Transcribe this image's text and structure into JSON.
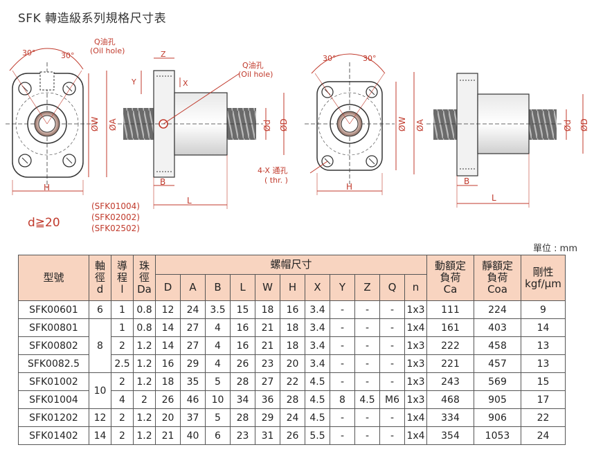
{
  "title": "SFK 轉造級系列規格尺寸表",
  "unit_label": "單位 : mm",
  "drawing": {
    "oil_hole_left": "Q油孔",
    "oil_hole_left_en": "(Oil hole)",
    "oil_hole_mid": "Q油孔",
    "oil_hole_mid_en": "(Oil hole)",
    "angle_1": "30°",
    "angle_2": "30°",
    "angle_3": "30°",
    "angle_4": "30°",
    "dim_z": "Z",
    "dim_y": "Y",
    "dim_x": "X",
    "dim_w1": "ØW",
    "dim_a1": "ØA",
    "dim_d1": "Ød",
    "dim_D1": "ØD",
    "dim_h1": "H",
    "dim_b1": "B",
    "dim_l1": "L",
    "dim_w2": "ØW",
    "dim_a2": "ØA",
    "dim_d2": "Ød",
    "dim_D2": "ØD",
    "dim_h2": "H",
    "dim_b2": "B",
    "dim_l2": "L",
    "through_hole": "4-X 通孔",
    "through_hole_en": "( thr. )",
    "models_note": [
      "(SFK01004)",
      "(SFK02002)",
      "(SFK02502)"
    ],
    "formula": "d≧20"
  },
  "table": {
    "headers": {
      "model": "型號",
      "shaft": "軸\n徑\nd",
      "lead": "導\n程\nl",
      "ball": "珠\n徑\nDa",
      "nut_group": "螺帽尺寸",
      "nut_cols": [
        "D",
        "A",
        "B",
        "L",
        "W",
        "H",
        "X",
        "Y",
        "Z",
        "Q",
        "n"
      ],
      "dyn": "動額定\n負荷\nCa",
      "stat": "靜額定\n負荷\nCoa",
      "rigid": "剛性\nkgf/μm"
    },
    "rows": [
      {
        "model": "SFK00601",
        "d": "6",
        "l": "1",
        "Da": "0.8",
        "vals": [
          "12",
          "24",
          "3.5",
          "15",
          "18",
          "16",
          "3.4",
          "-",
          "-",
          "-",
          "1x3"
        ],
        "Ca": "111",
        "Coa": "224",
        "K": "9"
      },
      {
        "model": "SFK00801",
        "d": "8",
        "l": "1",
        "Da": "0.8",
        "vals": [
          "14",
          "27",
          "4",
          "16",
          "21",
          "18",
          "3.4",
          "-",
          "-",
          "-",
          "1x4"
        ],
        "Ca": "161",
        "Coa": "403",
        "K": "14"
      },
      {
        "model": "SFK00802",
        "d": "",
        "l": "2",
        "Da": "1.2",
        "vals": [
          "14",
          "27",
          "4",
          "16",
          "21",
          "18",
          "3.4",
          "-",
          "-",
          "-",
          "1x3"
        ],
        "Ca": "222",
        "Coa": "458",
        "K": "13"
      },
      {
        "model": "SFK0082.5",
        "d": "",
        "l": "2.5",
        "Da": "1.2",
        "vals": [
          "16",
          "29",
          "4",
          "26",
          "23",
          "20",
          "3.4",
          "-",
          "-",
          "-",
          "1x3"
        ],
        "Ca": "221",
        "Coa": "457",
        "K": "13"
      },
      {
        "model": "SFK01002",
        "d": "10",
        "l": "2",
        "Da": "1.2",
        "vals": [
          "18",
          "35",
          "5",
          "28",
          "27",
          "22",
          "4.5",
          "-",
          "-",
          "-",
          "1x3"
        ],
        "Ca": "243",
        "Coa": "569",
        "K": "15"
      },
      {
        "model": "SFK01004",
        "d": "",
        "l": "4",
        "Da": "2",
        "vals": [
          "26",
          "46",
          "10",
          "34",
          "36",
          "28",
          "4.5",
          "8",
          "4.5",
          "M6",
          "1x3"
        ],
        "Ca": "468",
        "Coa": "905",
        "K": "17"
      },
      {
        "model": "SFK01202",
        "d": "12",
        "l": "2",
        "Da": "1.2",
        "vals": [
          "20",
          "37",
          "5",
          "28",
          "29",
          "24",
          "4.5",
          "-",
          "-",
          "-",
          "1x4"
        ],
        "Ca": "334",
        "Coa": "906",
        "K": "22"
      },
      {
        "model": "SFK01402",
        "d": "14",
        "l": "2",
        "Da": "1.2",
        "vals": [
          "21",
          "40",
          "6",
          "23",
          "31",
          "26",
          "5.5",
          "-",
          "-",
          "-",
          "1x4"
        ],
        "Ca": "354",
        "Coa": "1053",
        "K": "24"
      }
    ]
  },
  "colors": {
    "accent": "#c0392b",
    "header_bg": "#f8d4c0",
    "line": "#333333"
  }
}
